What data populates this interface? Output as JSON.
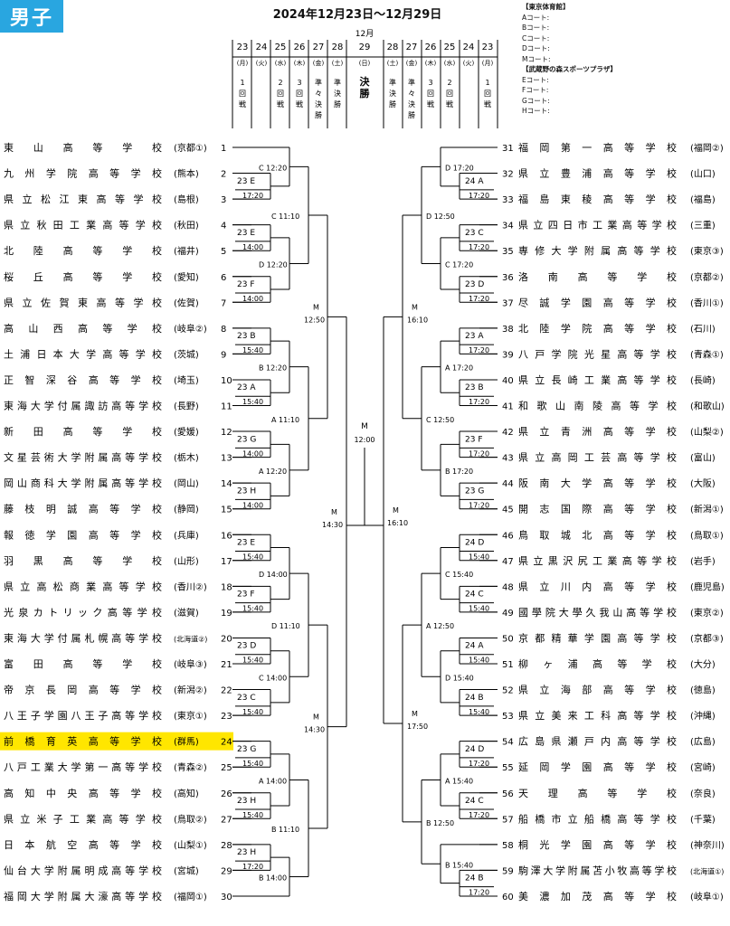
{
  "header": {
    "badge": "男子",
    "title": "2024年12月23日〜12月29日",
    "month": "12月"
  },
  "venues": [
    "【東京体育館】",
    "Aコート:",
    "Bコート:",
    "Cコート:",
    "Dコート:",
    "Mコート:",
    "【武蔵野の森スポーツプラザ】",
    "Eコート:",
    "Fコート:",
    "Gコート:",
    "Hコート:"
  ],
  "columns_left": [
    {
      "date": "23",
      "dow": "(月)",
      "round": "1回戦"
    },
    {
      "date": "24",
      "dow": "(火)",
      "round": ""
    },
    {
      "date": "25",
      "dow": "(水)",
      "round": "2回戦"
    },
    {
      "date": "26",
      "dow": "(木)",
      "round": "3回戦"
    },
    {
      "date": "27",
      "dow": "(金)",
      "round": "準々決勝"
    },
    {
      "date": "28",
      "dow": "(土)",
      "round": "準決勝"
    }
  ],
  "column_center": {
    "date": "29",
    "dow": "(日)",
    "round": "決勝"
  },
  "columns_right": [
    {
      "date": "28",
      "dow": "(土)",
      "round": "準決勝"
    },
    {
      "date": "27",
      "dow": "(金)",
      "round": "準々決勝"
    },
    {
      "date": "26",
      "dow": "(木)",
      "round": "3回戦"
    },
    {
      "date": "25",
      "dow": "(水)",
      "round": "2回戦"
    },
    {
      "date": "24",
      "dow": "(火)",
      "round": ""
    },
    {
      "date": "23",
      "dow": "(月)",
      "round": "1回戦"
    }
  ],
  "teams_left": [
    {
      "no": 1,
      "name": "東山高等学校",
      "pref": "(京都①)"
    },
    {
      "no": 2,
      "name": "九州学院高等学校",
      "pref": "(熊本)"
    },
    {
      "no": 3,
      "name": "県立松江東高等学校",
      "pref": "(島根)"
    },
    {
      "no": 4,
      "name": "県立秋田工業高等学校",
      "pref": "(秋田)"
    },
    {
      "no": 5,
      "name": "北陸高等学校",
      "pref": "(福井)"
    },
    {
      "no": 6,
      "name": "桜丘高等学校",
      "pref": "(愛知)"
    },
    {
      "no": 7,
      "name": "県立佐賀東高等学校",
      "pref": "(佐賀)"
    },
    {
      "no": 8,
      "name": "高山西高等学校",
      "pref": "(岐阜②)"
    },
    {
      "no": 9,
      "name": "土浦日本大学高等学校",
      "pref": "(茨城)"
    },
    {
      "no": 10,
      "name": "正智深谷高等学校",
      "pref": "(埼玉)"
    },
    {
      "no": 11,
      "name": "東海大学付属諏訪高等学校",
      "pref": "(長野)"
    },
    {
      "no": 12,
      "name": "新田高等学校",
      "pref": "(愛媛)"
    },
    {
      "no": 13,
      "name": "文星芸術大学附属高等学校",
      "pref": "(栃木)"
    },
    {
      "no": 14,
      "name": "岡山商科大学附属高等学校",
      "pref": "(岡山)"
    },
    {
      "no": 15,
      "name": "藤枝明誠高等学校",
      "pref": "(静岡)"
    },
    {
      "no": 16,
      "name": "報徳学園高等学校",
      "pref": "(兵庫)"
    },
    {
      "no": 17,
      "name": "羽黒高等学校",
      "pref": "(山形)"
    },
    {
      "no": 18,
      "name": "県立高松商業高等学校",
      "pref": "(香川②)"
    },
    {
      "no": 19,
      "name": "光泉カトリック高等学校",
      "pref": "(滋賀)"
    },
    {
      "no": 20,
      "name": "東海大学付属札幌高等学校",
      "pref": "(北海道②)"
    },
    {
      "no": 21,
      "name": "富田高等学校",
      "pref": "(岐阜③)"
    },
    {
      "no": 22,
      "name": "帝京長岡高等学校",
      "pref": "(新潟②)"
    },
    {
      "no": 23,
      "name": "八王子学園八王子高等学校",
      "pref": "(東京①)"
    },
    {
      "no": 24,
      "name": "前橋育英高等学校",
      "pref": "(群馬)",
      "highlight": true
    },
    {
      "no": 25,
      "name": "八戸工業大学第一高等学校",
      "pref": "(青森②)"
    },
    {
      "no": 26,
      "name": "高知中央高等学校",
      "pref": "(高知)"
    },
    {
      "no": 27,
      "name": "県立米子工業高等学校",
      "pref": "(鳥取②)"
    },
    {
      "no": 28,
      "name": "日本航空高等学校",
      "pref": "(山梨①)"
    },
    {
      "no": 29,
      "name": "仙台大学附属明成高等学校",
      "pref": "(宮城)"
    },
    {
      "no": 30,
      "name": "福岡大学附属大濠高等学校",
      "pref": "(福岡①)"
    }
  ],
  "teams_right": [
    {
      "no": 31,
      "name": "福岡第一高等学校",
      "pref": "(福岡②)"
    },
    {
      "no": 32,
      "name": "県立豊浦高等学校",
      "pref": "(山口)"
    },
    {
      "no": 33,
      "name": "福島東稜高等学校",
      "pref": "(福島)"
    },
    {
      "no": 34,
      "name": "県立四日市工業高等学校",
      "pref": "(三重)"
    },
    {
      "no": 35,
      "name": "専修大学附属高等学校",
      "pref": "(東京③)"
    },
    {
      "no": 36,
      "name": "洛南高等学校",
      "pref": "(京都②)"
    },
    {
      "no": 37,
      "name": "尽誠学園高等学校",
      "pref": "(香川①)"
    },
    {
      "no": 38,
      "name": "北陸学院高等学校",
      "pref": "(石川)"
    },
    {
      "no": 39,
      "name": "八戸学院光星高等学校",
      "pref": "(青森①)"
    },
    {
      "no": 40,
      "name": "県立長崎工業高等学校",
      "pref": "(長崎)"
    },
    {
      "no": 41,
      "name": "和歌山南陵高等学校",
      "pref": "(和歌山)"
    },
    {
      "no": 42,
      "name": "県立青洲高等学校",
      "pref": "(山梨②)"
    },
    {
      "no": 43,
      "name": "県立高岡工芸高等学校",
      "pref": "(富山)"
    },
    {
      "no": 44,
      "name": "阪南大学高等学校",
      "pref": "(大阪)"
    },
    {
      "no": 45,
      "name": "開志国際高等学校",
      "pref": "(新潟①)"
    },
    {
      "no": 46,
      "name": "鳥取城北高等学校",
      "pref": "(鳥取①)"
    },
    {
      "no": 47,
      "name": "県立黒沢尻工業高等学校",
      "pref": "(岩手)"
    },
    {
      "no": 48,
      "name": "県立川内高等学校",
      "pref": "(鹿児島)"
    },
    {
      "no": 49,
      "name": "國學院大學久我山高等学校",
      "pref": "(東京②)"
    },
    {
      "no": 50,
      "name": "京都精華学園高等学校",
      "pref": "(京都③)"
    },
    {
      "no": 51,
      "name": "柳ヶ浦高等学校",
      "pref": "(大分)"
    },
    {
      "no": 52,
      "name": "県立海部高等学校",
      "pref": "(徳島)"
    },
    {
      "no": 53,
      "name": "県立美来工科高等学校",
      "pref": "(沖縄)"
    },
    {
      "no": 54,
      "name": "広島県瀬戸内高等学校",
      "pref": "(広島)"
    },
    {
      "no": 55,
      "name": "延岡学園高等学校",
      "pref": "(宮崎)"
    },
    {
      "no": 56,
      "name": "天理高等学校",
      "pref": "(奈良)"
    },
    {
      "no": 57,
      "name": "船橋市立船橋高等学校",
      "pref": "(千葉)"
    },
    {
      "no": 58,
      "name": "桐光学園高等学校",
      "pref": "(神奈川)"
    },
    {
      "no": 59,
      "name": "駒澤大学附属苫小牧高等学校",
      "pref": "(北海道①)"
    },
    {
      "no": 60,
      "name": "美濃加茂高等学校",
      "pref": "(岐阜①)"
    }
  ],
  "matches_left": {
    "r1": [
      {
        "c": "23 E",
        "t": "17:20"
      },
      {
        "c": "23 E",
        "t": "14:00"
      },
      {
        "c": "23 F",
        "t": "14:00"
      },
      {
        "c": "23 B",
        "t": "15:40"
      },
      {
        "c": "23 A",
        "t": "15:40"
      },
      {
        "c": "23 G",
        "t": "14:00"
      },
      {
        "c": "23 H",
        "t": "14:00"
      },
      {
        "c": "23 E",
        "t": "15:40"
      },
      {
        "c": "23 F",
        "t": "15:40"
      },
      {
        "c": "23 D",
        "t": "15:40"
      },
      {
        "c": "23 C",
        "t": "15:40"
      },
      {
        "c": "23 G",
        "t": "15:40"
      },
      {
        "c": "23 H",
        "t": "15:40"
      },
      {
        "c": "23 H",
        "t": "17:20"
      }
    ],
    "r2": [
      {
        "c": "C",
        "t": "12:20"
      },
      {
        "c": "D",
        "t": "12:20"
      },
      {
        "c": "B",
        "t": "12:20"
      },
      {
        "c": "A",
        "t": "12:20"
      },
      {
        "c": "D",
        "t": "14:00"
      },
      {
        "c": "C",
        "t": "14:00"
      },
      {
        "c": "A",
        "t": "14:00"
      },
      {
        "c": "B",
        "t": "14:00"
      }
    ],
    "r3": [
      {
        "c": "C",
        "t": "11:10"
      },
      {
        "c": "A",
        "t": "11:10"
      },
      {
        "c": "D",
        "t": "11:10"
      },
      {
        "c": "B",
        "t": "11:10"
      }
    ],
    "qf": [
      {
        "c": "M",
        "t": "12:50"
      },
      {
        "c": "M",
        "t": "14:30"
      }
    ],
    "sf": [
      {
        "c": "M",
        "t": "14:30"
      }
    ]
  },
  "final": {
    "c": "M",
    "t": "12:00"
  },
  "matches_right": {
    "r1": [
      {
        "c": "24 A",
        "t": "17:20"
      },
      {
        "c": "23 C",
        "t": "17:20"
      },
      {
        "c": "23 D",
        "t": "17:20"
      },
      {
        "c": "23 A",
        "t": "17:20"
      },
      {
        "c": "23 B",
        "t": "17:20"
      },
      {
        "c": "23 F",
        "t": "17:20"
      },
      {
        "c": "23 G",
        "t": "17:20"
      },
      {
        "c": "24 D",
        "t": "15:40"
      },
      {
        "c": "24 C",
        "t": "15:40"
      },
      {
        "c": "24 A",
        "t": "15:40"
      },
      {
        "c": "24 B",
        "t": "15:40"
      },
      {
        "c": "24 D",
        "t": "17:20"
      },
      {
        "c": "24 C",
        "t": "17:20"
      },
      {
        "c": "24 B",
        "t": "17:20"
      }
    ],
    "r2": [
      {
        "c": "D",
        "t": "17:20"
      },
      {
        "c": "C",
        "t": "17:20"
      },
      {
        "c": "A",
        "t": "17:20"
      },
      {
        "c": "B",
        "t": "17:20"
      },
      {
        "c": "C",
        "t": "15:40"
      },
      {
        "c": "D",
        "t": "15:40"
      },
      {
        "c": "A",
        "t": "15:40"
      },
      {
        "c": "B",
        "t": "15:40"
      }
    ],
    "r3": [
      {
        "c": "D",
        "t": "12:50"
      },
      {
        "c": "C",
        "t": "12:50"
      },
      {
        "c": "A",
        "t": "12:50"
      },
      {
        "c": "B",
        "t": "12:50"
      }
    ],
    "qf": [
      {
        "c": "M",
        "t": "16:10"
      },
      {
        "c": "M",
        "t": "17:50"
      }
    ],
    "sf": [
      {
        "c": "M",
        "t": "16:10"
      }
    ]
  },
  "colors": {
    "highlight": "#ffe600",
    "badge": "#29a6e0",
    "line": "#000000"
  }
}
